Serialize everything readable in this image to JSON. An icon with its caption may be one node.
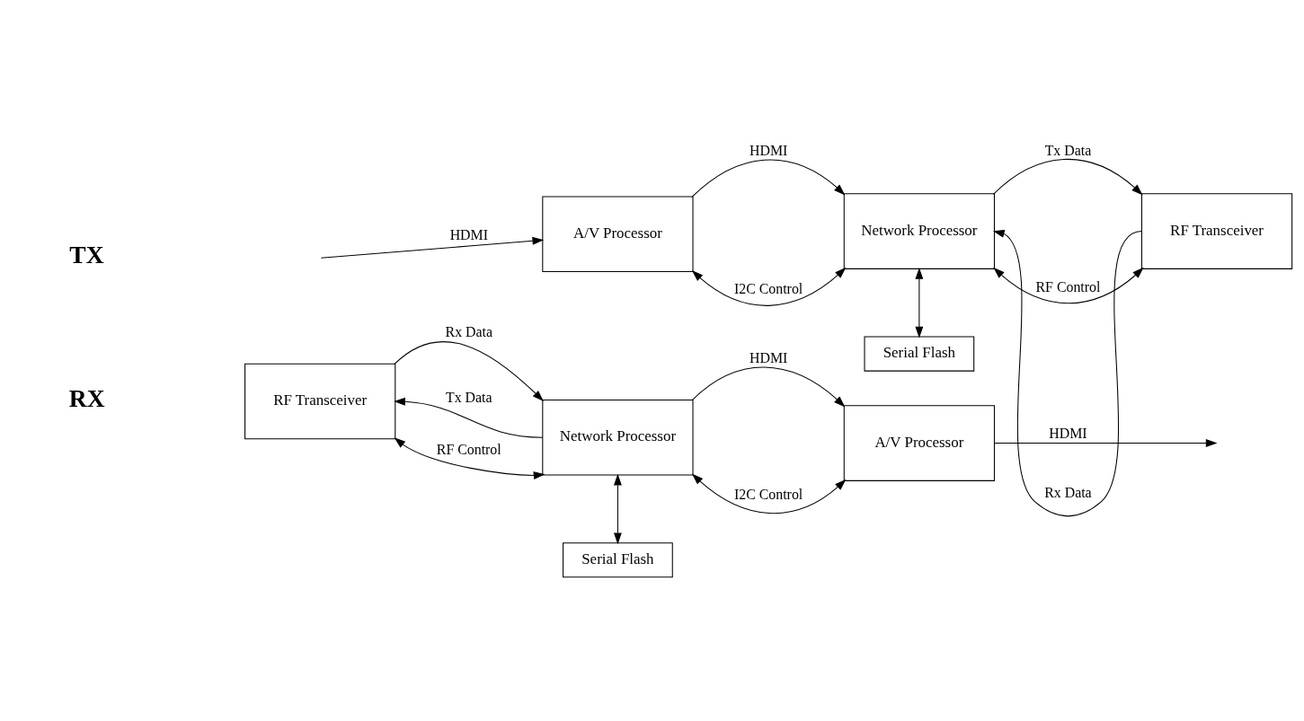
{
  "diagram": {
    "nodes": [
      {
        "text": [
          "A/V Processor"
        ]
      },
      {
        "text": [
          "Network Processor"
        ]
      },
      {
        "text": [
          "RF Transceiver"
        ]
      },
      {
        "text": [
          "Serial Flash"
        ]
      },
      {
        "text": [
          "RF Transceiver"
        ]
      },
      {
        "text": [
          "Network Processor"
        ]
      },
      {
        "text": [
          "A/V Processor"
        ]
      },
      {
        "text": [
          "Serial Flash"
        ]
      }
    ],
    "edges": [
      {
        "from": null,
        "to": 0,
        "arrow": "to",
        "label": "HDMI"
      },
      {
        "from": 0,
        "to": 1,
        "arrow": "to",
        "label": "HDMI"
      },
      {
        "from": 0,
        "to": 1,
        "arrow": "both",
        "label": "I2C Control"
      },
      {
        "from": 1,
        "to": 2,
        "arrow": "to",
        "label": "Tx Data"
      },
      {
        "from": 2,
        "to": 1,
        "arrow": "to",
        "label": "Rx Data"
      },
      {
        "from": 1,
        "to": 2,
        "arrow": "both",
        "label": "RF Control"
      },
      {
        "from": 1,
        "to": 3,
        "arrow": "both"
      },
      {
        "from": 4,
        "to": 5,
        "arrow": "to",
        "label": "Rx Data"
      },
      {
        "from": 5,
        "to": 4,
        "arrow": "to",
        "label": "Tx Data"
      },
      {
        "from": 4,
        "to": 5,
        "arrow": "both",
        "label": "RF Control"
      },
      {
        "from": 5,
        "to": 6,
        "arrow": "to",
        "label": "HDMI"
      },
      {
        "from": 5,
        "to": 6,
        "arrow": "both",
        "label": "I2C Control"
      },
      {
        "from": 6,
        "to": null,
        "arrow": "to",
        "label": "HDMI"
      },
      {
        "from": 5,
        "to": 7,
        "arrow": "both"
      }
    ],
    "labels": [
      "TX",
      "RX"
    ]
  }
}
